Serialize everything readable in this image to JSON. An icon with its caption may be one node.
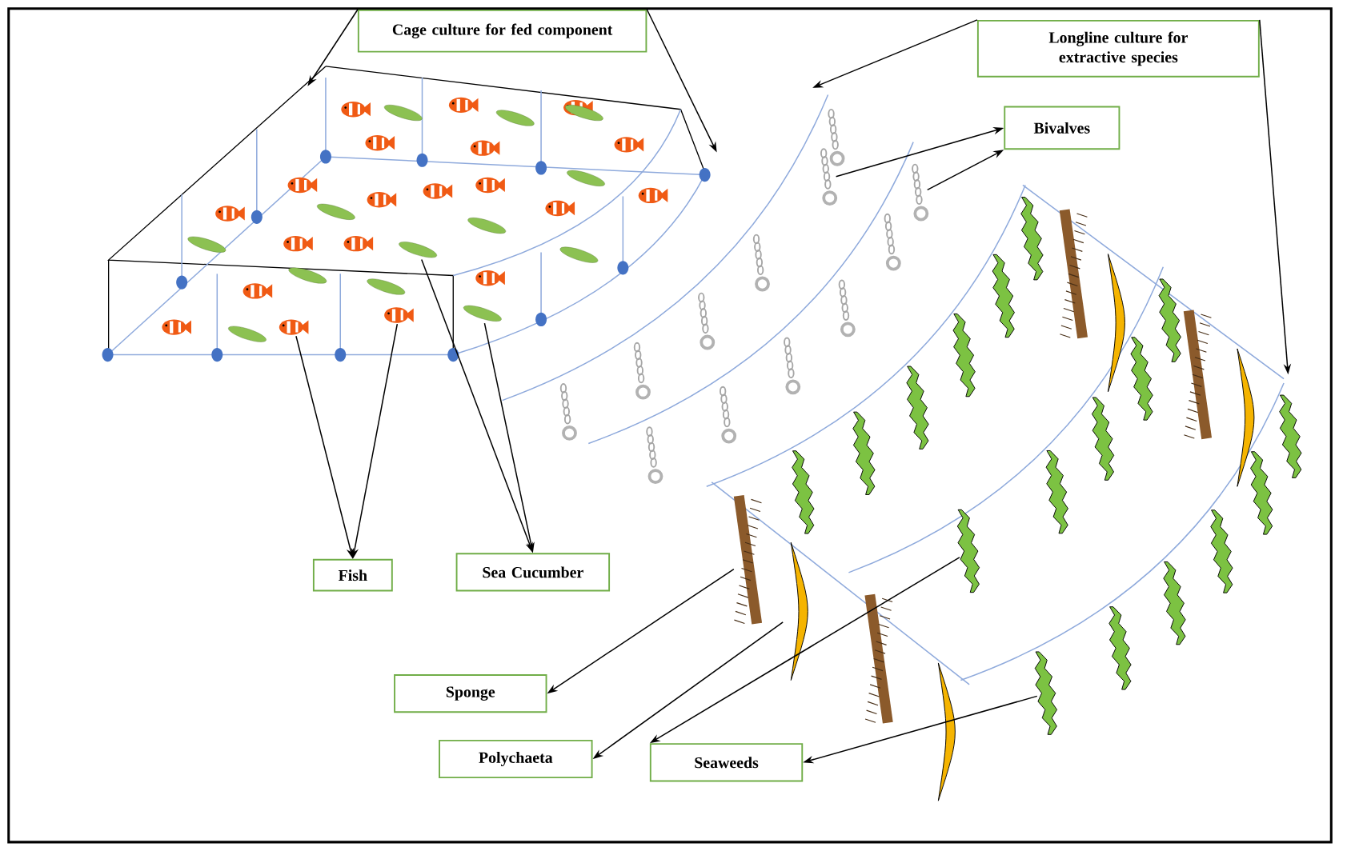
{
  "diagram": {
    "nodes": [
      {
        "text": [
          "Cage culture for fed component"
        ]
      },
      {
        "text": [
          "Longline culture for extractive species"
        ]
      },
      {
        "text": [
          "Bivalves"
        ]
      },
      {
        "text": [
          "Fish"
        ]
      },
      {
        "text": [
          "Sea Cucumber"
        ]
      },
      {
        "text": [
          "Sponge"
        ]
      },
      {
        "text": [
          "Polychaeta"
        ]
      },
      {
        "text": [
          "Seaweeds"
        ]
      },
      {
        "text": [],
        "shape": "picture"
      },
      {
        "text": [],
        "shape": "picture"
      },
      {
        "text": [],
        "shape": "picture"
      },
      {
        "text": [],
        "shape": "picture"
      },
      {
        "text": [],
        "shape": "picture"
      },
      {
        "text": [],
        "shape": "picture"
      },
      {
        "text": [],
        "shape": "picture"
      },
      {
        "text": [],
        "shape": "picture"
      },
      {
        "text": [],
        "shape": "picture"
      },
      {
        "text": [],
        "shape": "picture"
      }
    ],
    "edges": [
      {
        "from": 0,
        "to": null,
        "arrow": "to"
      },
      {
        "from": 0,
        "to": null,
        "arrow": "to"
      },
      {
        "from": 1,
        "to": null,
        "arrow": "to"
      },
      {
        "from": 1,
        "to": null,
        "arrow": "to"
      },
      {
        "from": 16,
        "to": 2,
        "arrow": "to"
      },
      {
        "from": 17,
        "to": 2,
        "arrow": "to"
      },
      {
        "from": 8,
        "to": 3,
        "arrow": "to"
      },
      {
        "from": 9,
        "to": 3,
        "arrow": "to"
      },
      {
        "from": 10,
        "to": 4,
        "arrow": "to"
      },
      {
        "from": 11,
        "to": 4,
        "arrow": "to"
      },
      {
        "from": 12,
        "to": 5,
        "arrow": "to"
      },
      {
        "from": 13,
        "to": 6,
        "arrow": "to"
      },
      {
        "from": 14,
        "to": 7,
        "arrow": "to"
      },
      {
        "from": 15,
        "to": 7,
        "arrow": "to"
      }
    ]
  }
}
